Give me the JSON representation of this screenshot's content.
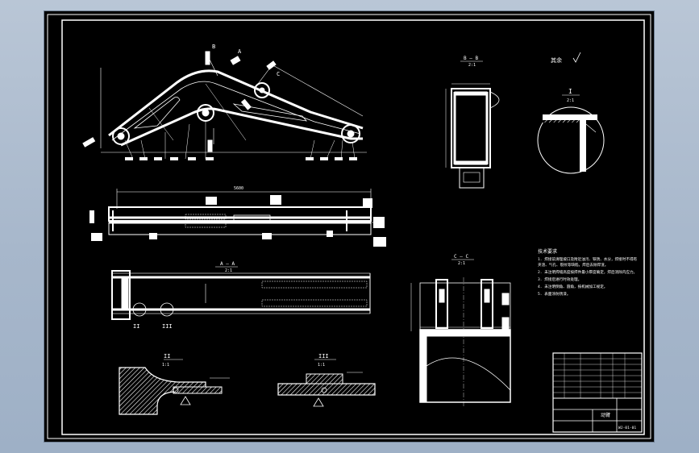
{
  "drawing": {
    "colors": {
      "background": "#000000",
      "line": "#ffffff",
      "viewer_background": "#aab9cc"
    },
    "section_labels": {
      "top_a": "A",
      "top_b": "B",
      "top_c": "C",
      "bb": "B — B",
      "bb_scale": "2:1",
      "aa": "A — A",
      "aa_scale": "2:1",
      "cc": "C — C",
      "cc_scale": "2:1",
      "detail_i": "I",
      "detail_i_scale": "2:1",
      "detail_ii": "II",
      "detail_ii_scale": "1:1",
      "detail_iii": "III",
      "detail_iii_scale": "1:1",
      "callout_ii": "II",
      "callout_iii": "III"
    },
    "roughness_note": "其余",
    "plan_dimension": "5600",
    "notes_title": "技术要求",
    "notes": [
      "1. 焊接前清理坡口及附近油污、铁锈、水分，焊接时不得有",
      "   夹渣、气孔、裂纹等缺陷，焊后去除焊渣。",
      "2. 未注明焊缝高度按焊件最小厚度确定，焊后消除内应力。",
      "3. 焊接后进行时效处理。",
      "4. 未注明倒角、圆角，按机械加工规定。",
      "5. 表面涂防锈漆。"
    ],
    "title_block": {
      "part_name": "动臂",
      "drawing_number": "WJ-01-01"
    }
  }
}
